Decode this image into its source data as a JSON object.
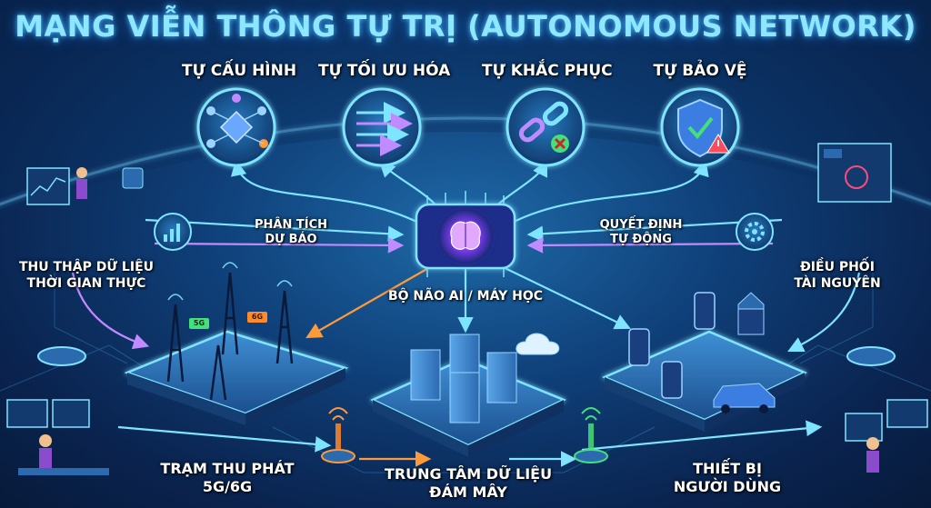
{
  "title": "MẠNG VIỄN THÔNG TỰ TRỊ (AUTONOMOUS NETWORK)",
  "capabilities": [
    {
      "label": "TỰ CẤU HÌNH",
      "icon": "network-config-icon"
    },
    {
      "label": "TỰ TỐI ƯU HÓA",
      "icon": "optimization-arrows-icon"
    },
    {
      "label": "TỰ KHẮC PHỤC",
      "icon": "broken-chain-repair-icon"
    },
    {
      "label": "TỰ BẢO VỆ",
      "icon": "shield-check-icon"
    }
  ],
  "flows": {
    "analysis": [
      "PHÂN TÍCH",
      "DỰ BÁO"
    ],
    "decision": [
      "QUYẾT ĐỊNH",
      "TỰ ĐỘNG"
    ],
    "collect": [
      "THU THẬP DỮ LIỆU",
      "THỜI GIAN THỰC"
    ],
    "orchestrate": [
      "ĐIỀU PHỐI",
      "TÀI NGUYÊN"
    ]
  },
  "core": {
    "label": "BỘ NÃO AI / MÁY HỌC",
    "icon": "ai-brain-chip-icon"
  },
  "platforms": [
    {
      "lines": [
        "TRẠM THU PHÁT",
        "5G/6G"
      ],
      "icon": "cell-tower-icon",
      "badges": [
        "5G",
        "6G"
      ]
    },
    {
      "lines": [
        "TRUNG TÂM DỮ LIỆU",
        "ĐÁM MÂY"
      ],
      "icon": "server-cloud-icon"
    },
    {
      "lines": [
        "THIẾT BỊ",
        "NGƯỜI DÙNG"
      ],
      "icon": "user-devices-icon"
    }
  ],
  "colors": {
    "accent": "#5fd8ff",
    "glow": "#8fe6ff",
    "orange": "#ff8a2a",
    "purple": "#b97cff",
    "green": "#44e07a",
    "red": "#ff4a5a"
  }
}
